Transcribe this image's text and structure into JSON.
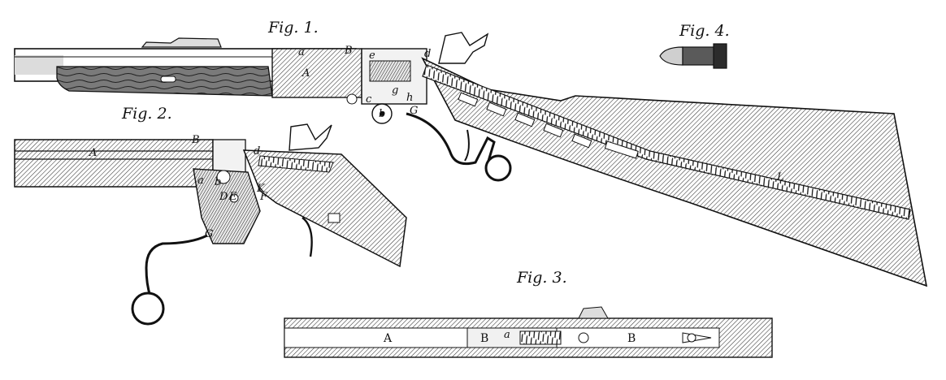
{
  "figures": {
    "fig1": {
      "label": "Fig. 1."
    },
    "fig2": {
      "label": "Fig. 2."
    },
    "fig3": {
      "label": "Fig. 3."
    },
    "fig4": {
      "label": "Fig. 4."
    }
  },
  "parts": {
    "fig1": [
      "a",
      "A",
      "B",
      "d",
      "c",
      "e",
      "g",
      "b",
      "h",
      "G",
      "L"
    ],
    "fig2": [
      "A",
      "B",
      "d",
      "a",
      "b",
      "D",
      "E",
      "F",
      "G",
      "K"
    ],
    "fig3": [
      "A",
      "B",
      "B",
      "a"
    ]
  },
  "colors": {
    "ink": "#111111",
    "paper": "#ffffff",
    "tone": "#8a8a8a"
  }
}
